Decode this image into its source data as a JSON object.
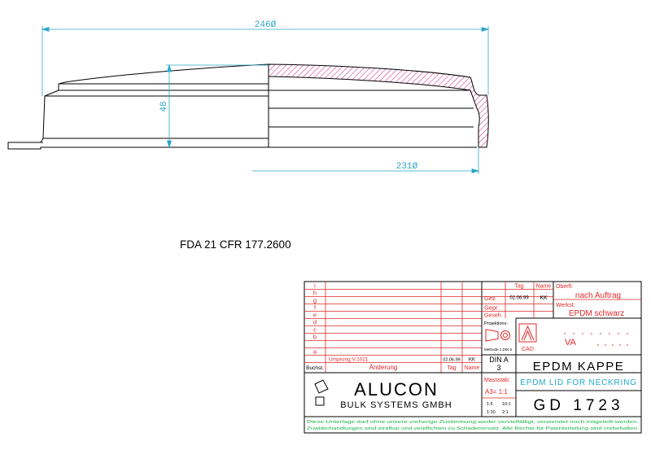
{
  "drawing": {
    "dim_outer": "246Ø",
    "dim_height": "48",
    "dim_inner": "231Ø",
    "fda_note": "FDA  21 CFR 177.2600"
  },
  "title_block": {
    "revisions": [
      {
        "letter": "i",
        "text": "",
        "date": "",
        "name": ""
      },
      {
        "letter": "h",
        "text": "",
        "date": "",
        "name": ""
      },
      {
        "letter": "g",
        "text": "",
        "date": "",
        "name": ""
      },
      {
        "letter": "f",
        "text": "",
        "date": "",
        "name": ""
      },
      {
        "letter": "e",
        "text": "",
        "date": "",
        "name": ""
      },
      {
        "letter": "d",
        "text": "",
        "date": "",
        "name": ""
      },
      {
        "letter": "c",
        "text": "",
        "date": "",
        "name": ""
      },
      {
        "letter": "b",
        "text": "",
        "date": "",
        "name": ""
      },
      {
        "letter": "a",
        "text": "Ursprung V.1021",
        "date": "02.06.99",
        "name": "KK"
      }
    ],
    "rev_header": {
      "buchst": "Buchst.",
      "aenderung": "Änderung",
      "tag": "Tag",
      "name": "Name"
    },
    "tag_label": "Tag",
    "name_label": "Name",
    "gez_label": "Gez.",
    "gez_date": "02.06.99",
    "gez_name": "KK",
    "gepr_label": "Gepr.",
    "geseh_label": "Geseh.",
    "oberfl_label": "Oberfl:",
    "oberfl_value": "nach Auftrag",
    "werkst_label": "Werkst:",
    "werkst_value": "EPDM schwarz",
    "projektion_label": "Projektions-",
    "methode_label": "Methode 1 DIN 6",
    "cad_label": "CAD",
    "va_label": "VA",
    "din_label": "DIN A",
    "din_value": "3",
    "title_de": "EPDM KAPPE",
    "title_en": "EPDM LID FOR NECKRING",
    "massstab_label": "Massstab:",
    "massstab_value": "A3= 1:1",
    "scale_1": "1:5",
    "scale_2": "10:1",
    "scale_3": "1:10",
    "scale_4": "2:1",
    "drawing_no": "GD 1723",
    "company_name": "ALUCON",
    "company_sub": "BULK SYSTEMS GMBH",
    "footer_1": "Diese Unterlage darf ohne unsere vorherige Zustimmung weder vervielfältigt, verwendet noch mitgeteilt werden.",
    "footer_2": "Zuwiderhandlungen sind strafbar und verpflichten zu Schadenersatz. Alle Rechte für Patenterteilung sind vorbehalten."
  },
  "colors": {
    "line": "#000000",
    "dim": "#2ea7c9",
    "hatch": "#d23c8e",
    "frame_red": "#e0282a",
    "text_green": "#1db34c",
    "title_cyan": "#21a9c6"
  }
}
